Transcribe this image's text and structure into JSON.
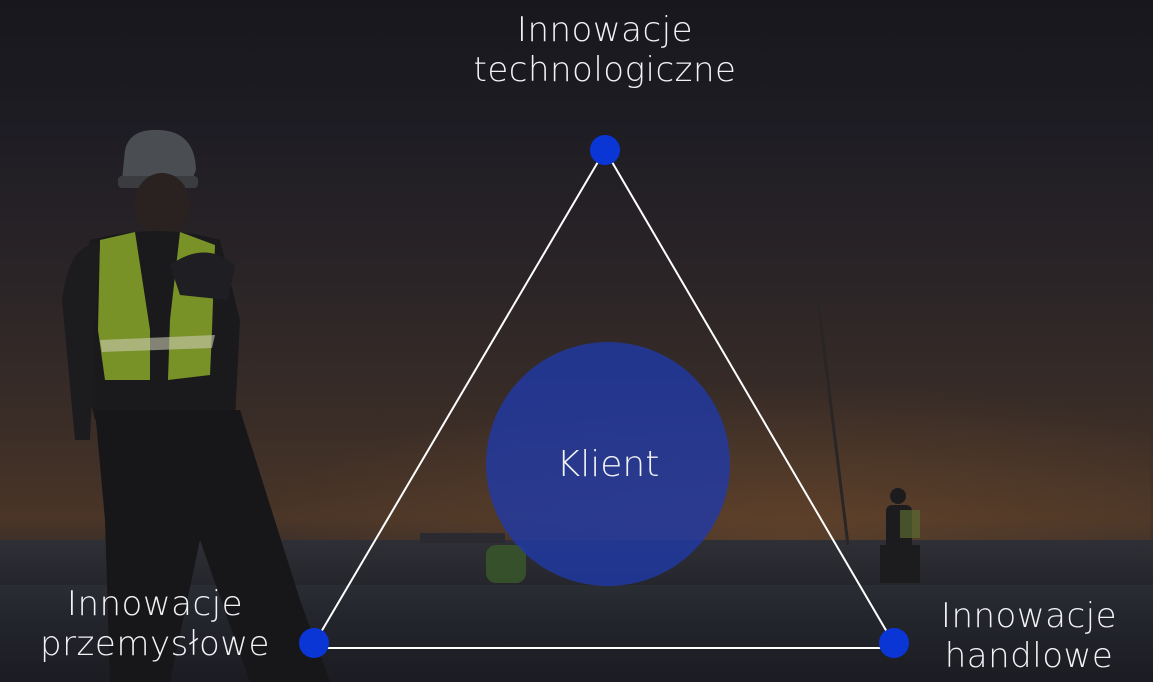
{
  "diagram": {
    "top_label": {
      "line1": "Innowacje",
      "line2": "technologiczne"
    },
    "left_label": {
      "line1": "Innowacje",
      "line2": "przemysłowe"
    },
    "right_label": {
      "line1": "Innowacje",
      "line2": "handlowe"
    },
    "center_label": "Klient"
  },
  "colors": {
    "node": "#0a36d6",
    "center_circle": "#1f3aaa",
    "lines": "#ffffff",
    "text": "#f2f2f5"
  },
  "background": {
    "description_icon": "construction-worker-photo"
  }
}
